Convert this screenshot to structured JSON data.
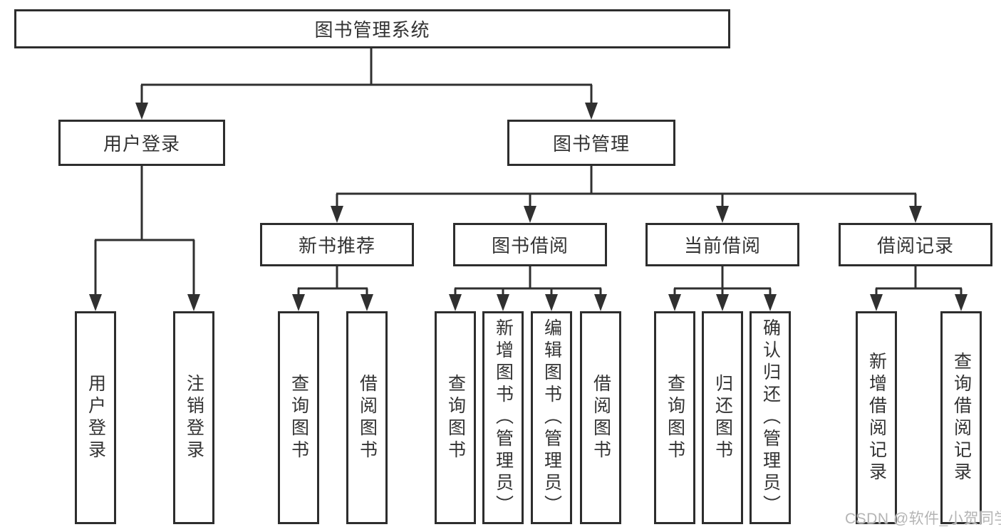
{
  "diagram": {
    "type": "hierarchy-tree",
    "colors": {
      "line": "#303030",
      "box_border": "#2d2d2d",
      "box_fill": "#ffffff",
      "text": "#333333",
      "background": "#ffffff",
      "watermark_text": "#b4b4b4"
    },
    "tree": {
      "label": "图书管理系统",
      "children": [
        {
          "label": "用户登录",
          "children": [
            {
              "label": "用户登录"
            },
            {
              "label": "注销登录"
            }
          ]
        },
        {
          "label": "图书管理",
          "children": [
            {
              "label": "新书推荐",
              "children": [
                {
                  "label": "查询图书"
                },
                {
                  "label": "借阅图书"
                }
              ]
            },
            {
              "label": "图书借阅",
              "children": [
                {
                  "label": "查询图书"
                },
                {
                  "label": "新增图书（管理员）"
                },
                {
                  "label": "编辑图书（管理员）"
                },
                {
                  "label": "借阅图书"
                }
              ]
            },
            {
              "label": "当前借阅",
              "children": [
                {
                  "label": "查询图书"
                },
                {
                  "label": "归还图书"
                },
                {
                  "label": "确认归还（管理员）"
                }
              ]
            },
            {
              "label": "借阅记录",
              "children": [
                {
                  "label": "新增借阅记录"
                },
                {
                  "label": "查询借阅记录"
                }
              ]
            }
          ]
        }
      ]
    }
  },
  "watermark": {
    "text": "CSDN @软件_小贺同学"
  }
}
